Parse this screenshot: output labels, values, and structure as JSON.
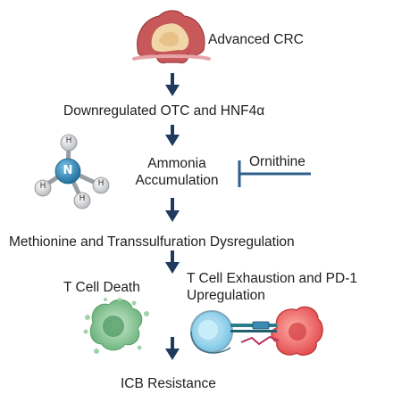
{
  "steps": {
    "advanced_crc": "Advanced CRC",
    "downregulated": "Downregulated OTC and HNF4α",
    "ammonia_line1": "Ammonia",
    "ammonia_line2": "Accumulation",
    "ornithine": "Ornithine",
    "methionine": "Methionine and Transsulfuration Dysregulation",
    "t_cell_death": "T Cell Death",
    "exhaustion_line1": "T Cell Exhaustion and PD-1",
    "exhaustion_line2": "Upregulation",
    "icb_resistance": "ICB Resistance"
  },
  "molecule": {
    "center": "N",
    "hydrogen": "H"
  },
  "colors": {
    "arrow": "#1f3a5c",
    "inhibitor": "#2f5f8c",
    "nitrogen": "#2e86b8",
    "tumor_outer": "#c8595a",
    "tumor_inner": "#f1d6a8",
    "t_cell": "#8fd0ea",
    "cancer_cell": "#f06a6a",
    "dying_cell": "#7ec08a"
  }
}
